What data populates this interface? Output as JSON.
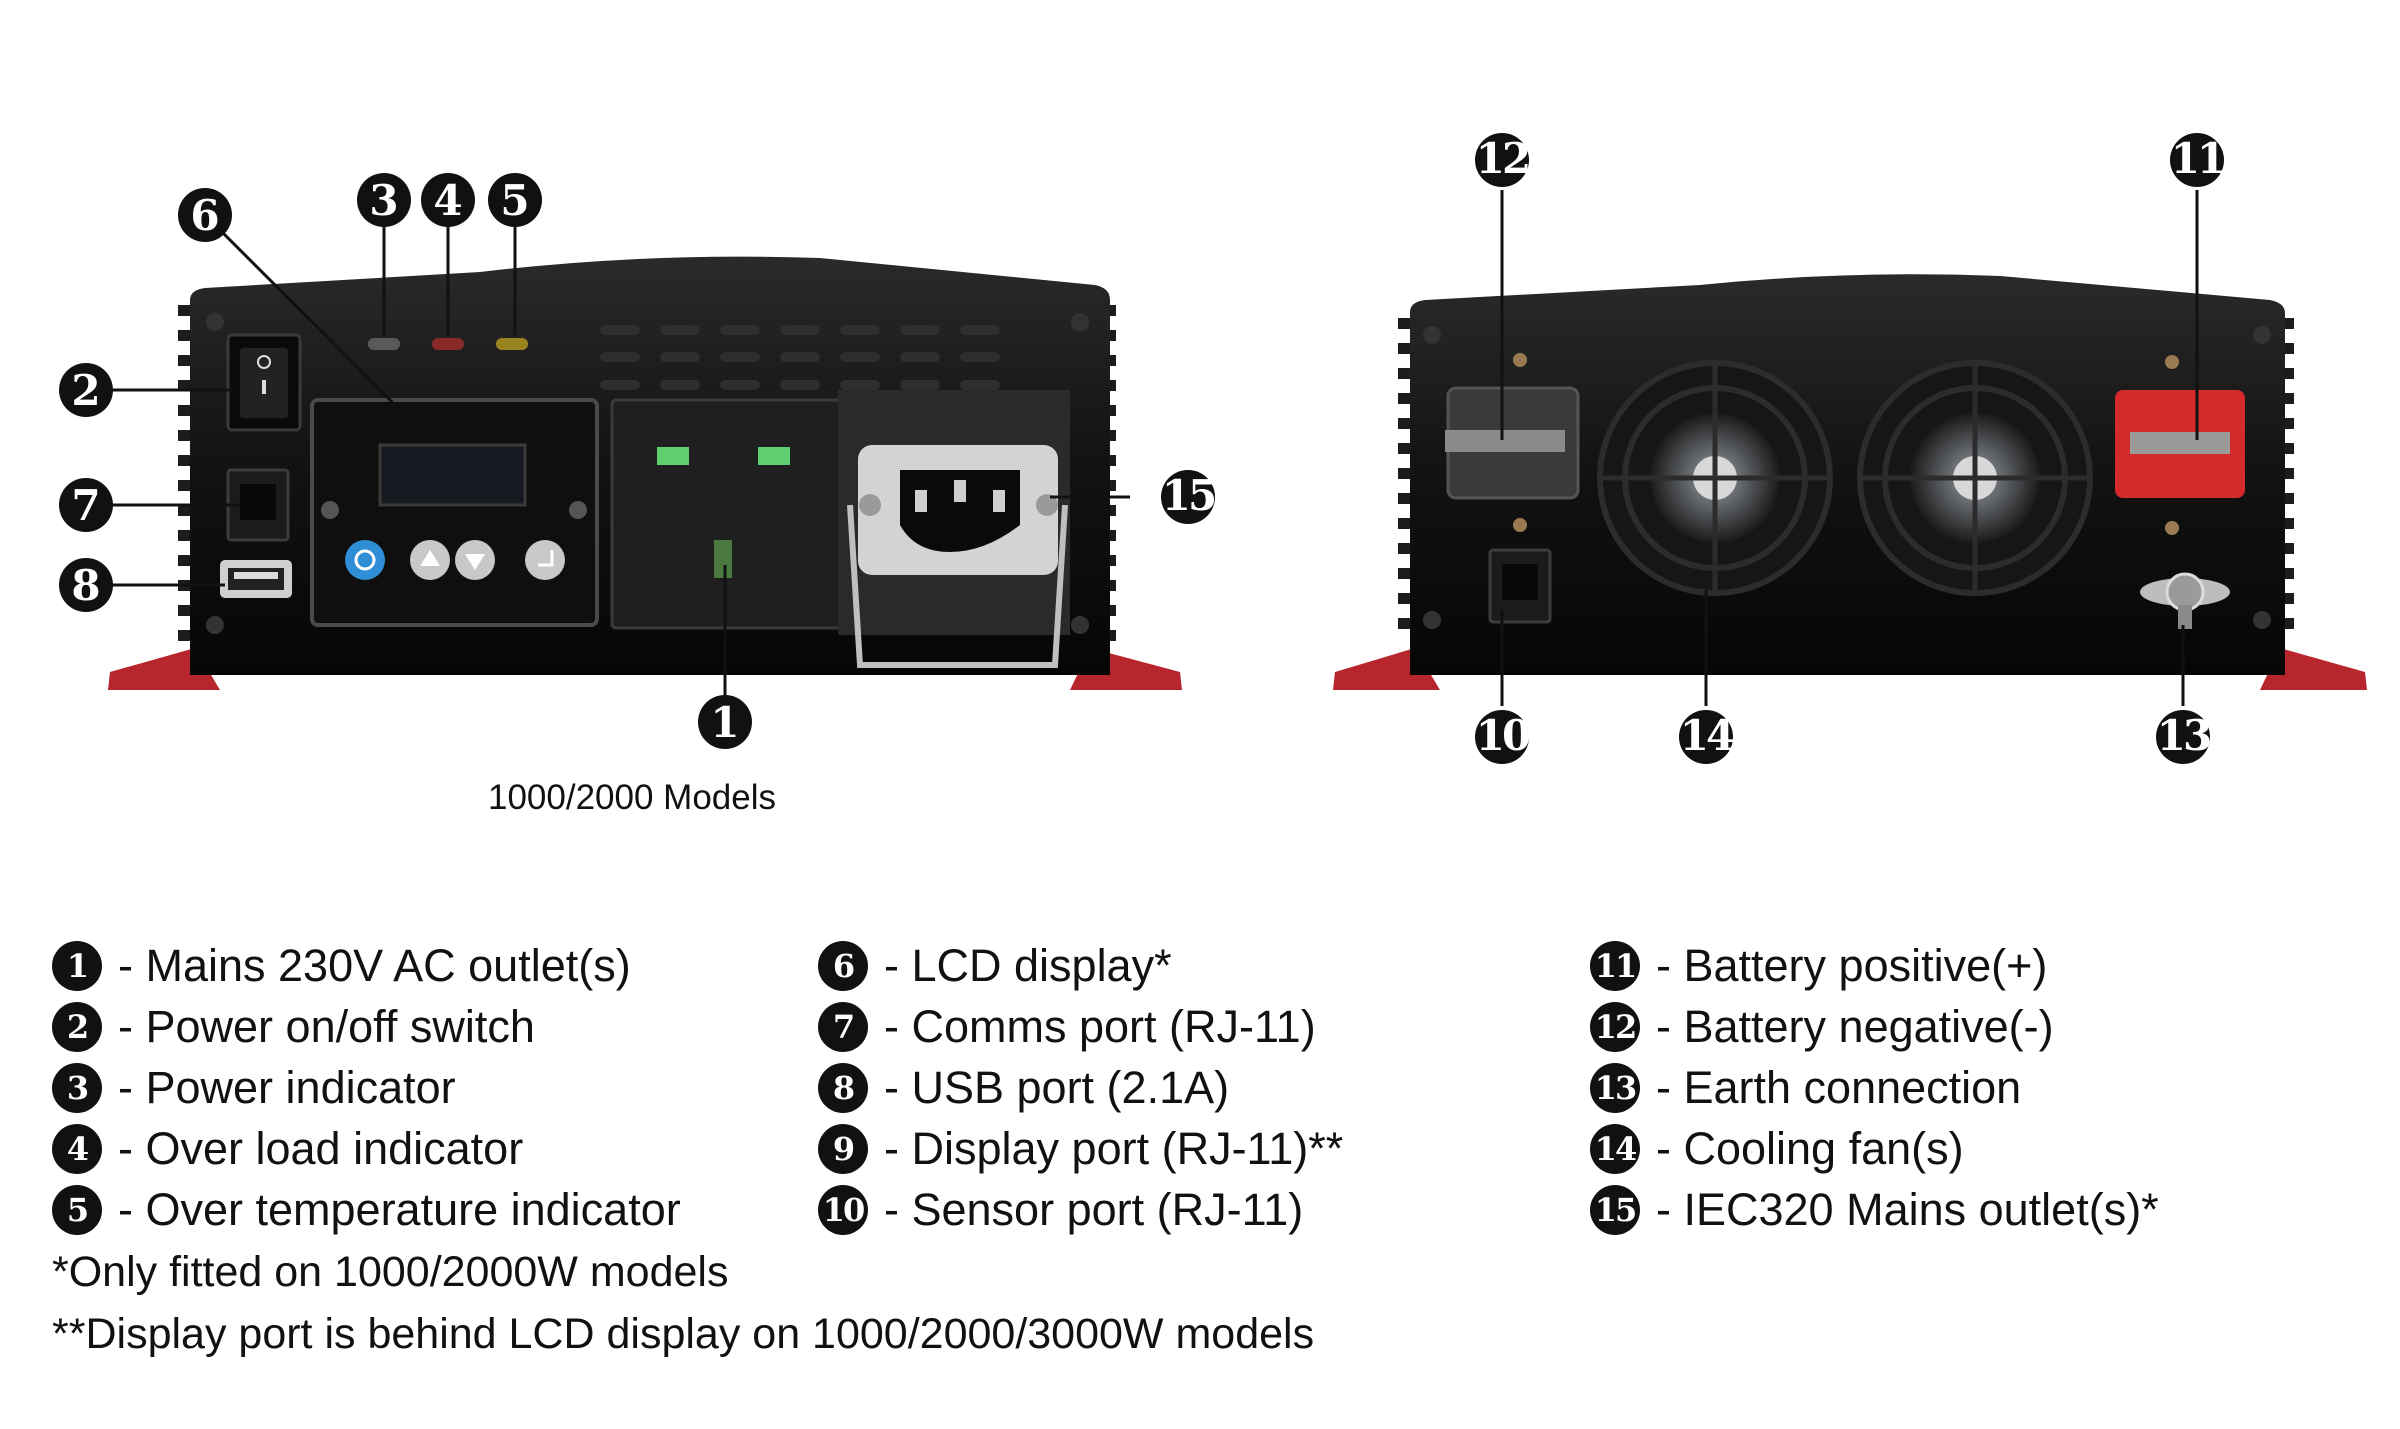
{
  "caption": "1000/2000 Models",
  "callouts": {
    "front": [
      "6",
      "3",
      "4",
      "5",
      "2",
      "7",
      "8",
      "15",
      "1"
    ],
    "rear": [
      "12",
      "11",
      "10",
      "14",
      "13"
    ]
  },
  "legend": [
    [
      {
        "num": "1",
        "text": "- Mains 230V AC outlet(s)"
      },
      {
        "num": "2",
        "text": "- Power on/off switch"
      },
      {
        "num": "3",
        "text": "- Power indicator"
      },
      {
        "num": "4",
        "text": "- Over load indicator"
      },
      {
        "num": "5",
        "text": "- Over temperature indicator"
      }
    ],
    [
      {
        "num": "6",
        "text": "- LCD display*"
      },
      {
        "num": "7",
        "text": "- Comms port (RJ-11)"
      },
      {
        "num": "8",
        "text": "- USB port (2.1A)"
      },
      {
        "num": "9",
        "text": "- Display port (RJ-11)**"
      },
      {
        "num": "10",
        "text": "- Sensor port (RJ-11)"
      }
    ],
    [
      {
        "num": "11",
        "text": "- Battery positive(+)"
      },
      {
        "num": "12",
        "text": "- Battery negative(-)"
      },
      {
        "num": "13",
        "text": "- Earth connection"
      },
      {
        "num": "14",
        "text": "- Cooling fan(s)"
      },
      {
        "num": "15",
        "text": "- IEC320 Mains outlet(s)*"
      }
    ]
  ],
  "notes": [
    "*Only fitted on 1000/2000W models",
    "**Display port is behind LCD display on 1000/2000/3000W models"
  ],
  "colors": {
    "body": "#111111",
    "fin": "#1c1c1c",
    "foot": "#b8262d",
    "positive_terminal": "#d42a2a",
    "lcd_button": "#2f8fd6",
    "indicator_led": "#e0e0e0"
  }
}
